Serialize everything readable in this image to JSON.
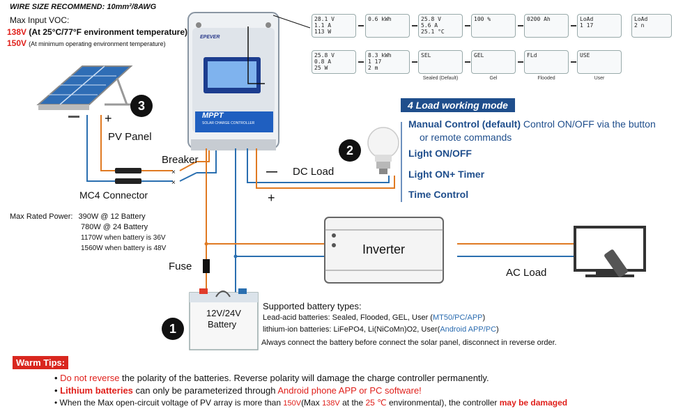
{
  "header": {
    "wire_size": "WIRE SIZE RECOMMEND: 10mm²/8AWG",
    "max_input_voc": "Max Input VOC:",
    "voc_138": "138V",
    "voc_138_note": "(At 25°C/77°F environment temperature)",
    "voc_150": "150V",
    "voc_150_note": "(At minimum operating environment temperature)"
  },
  "controller": {
    "brand": "EPEVER",
    "model": "MPPT",
    "subtitle": "SOLAR CHARGE CONTROLLER"
  },
  "lcd_screens": [
    {
      "l1": "28.1 V",
      "l2": "1.1 A",
      "l3": "113 W",
      "cap": ""
    },
    {
      "l1": "0.6 kWh",
      "l2": "",
      "l3": "",
      "cap": ""
    },
    {
      "l1": "25.8 V",
      "l2": "5.6 A",
      "l3": "25.1 °C",
      "cap": ""
    },
    {
      "l1": "100 %",
      "l2": "",
      "l3": "",
      "cap": ""
    },
    {
      "l1": "0200 Ah",
      "l2": "",
      "l3": "",
      "cap": ""
    },
    {
      "l1": "LoAd",
      "l2": "1 17",
      "l3": "",
      "cap": ""
    },
    {
      "l1": "25.8 V",
      "l2": "0.8 A",
      "l3": "25 W",
      "cap": ""
    },
    {
      "l1": "8.3 kWh",
      "l2": "1 17",
      "l3": "2 m",
      "cap": ""
    },
    {
      "l1": "SEL",
      "l2": "",
      "l3": "",
      "cap": "Sealed (Default)"
    },
    {
      "l1": "GEL",
      "l2": "",
      "l3": "",
      "cap": "Gel"
    },
    {
      "l1": "FLd",
      "l2": "",
      "l3": "",
      "cap": "Flooded"
    },
    {
      "l1": "USE",
      "l2": "",
      "l3": "",
      "cap": "User"
    },
    {
      "l1": "LoAd",
      "l2": "2 n",
      "l3": "",
      "cap": ""
    }
  ],
  "badges": {
    "b1": "1",
    "b2": "2",
    "b3": "3"
  },
  "labels": {
    "pv_panel": "PV Panel",
    "breaker": "Breaker",
    "mc4": "MC4 Connector",
    "dc_load": "DC Load",
    "fuse": "Fuse",
    "inverter": "Inverter",
    "ac_load": "AC Load",
    "battery_v": "12V/24V",
    "battery": "Battery",
    "plus": "+",
    "minus": "—",
    "plus2": "+",
    "minus2": "—"
  },
  "power": {
    "title": "Max Rated  Power:",
    "p12": "390W @ 12 Battery",
    "p24": "780W @ 24 Battery",
    "p36": "1170W when battery is 36V",
    "p48": "1560W when battery is 48V"
  },
  "load_modes": {
    "title": "4 Load working mode",
    "m1_bold": "Manual Control (default)",
    "m1_rest": " Control ON/OFF  via the button",
    "m1_line2": "or remote commands",
    "m2": "Light ON/OFF",
    "m3": "Light ON+ Timer",
    "m4": "Time Control"
  },
  "battery_types": {
    "title": "Supported battery types:",
    "lead": "Lead-acid batteries: Sealed, Flooded, GEL, User (",
    "lead_link": "MT50/PC/APP",
    "lead_end": ")",
    "lith": "lithium-ion batteries: LiFePO4, Li(NiCoMn)O2, User(",
    "lith_link": "Android APP/PC",
    "lith_end": ")",
    "note": "Always connect the battery before connect the solar panel, disconnect in reverse order."
  },
  "warm_tips": {
    "title": "Warm Tips:",
    "t1_red": "Do not reverse",
    "t1_rest": " the polarity of the batteries. Reverse polarity will damage the charge controller permanently.",
    "t2_red": "Lithium batteries",
    "t2_mid": " can only be parameterized through ",
    "t2_red2": "Android phone APP or PC software!",
    "t3_a": "When the Max open-circuit voltage of PV array is more than ",
    "t3_150": "150V",
    "t3_b": "(Max ",
    "t3_138": "138V",
    "t3_c": " at the ",
    "t3_25": "25 ℃",
    "t3_d": " environmental), the controller ",
    "t3_dmg": "may be damaged"
  },
  "colors": {
    "orange": "#e07a22",
    "blue": "#2a6fb0",
    "red": "#e0201b",
    "mode_title_bg": "#1f4e8c"
  }
}
